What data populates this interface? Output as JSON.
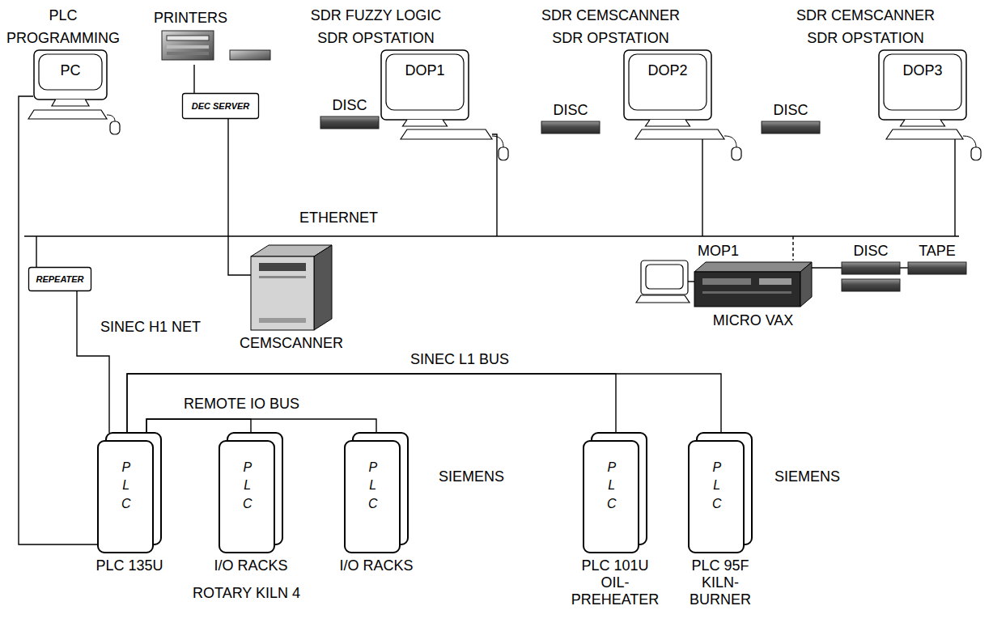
{
  "diagram": {
    "nodes": [
      {
        "text": [
          "PLC PROGRAMMING",
          "PC"
        ]
      },
      {
        "text": [
          "PRINTERS"
        ]
      },
      {
        "text": [
          "SDR FUZZY LOGIC SDR OPSTATION",
          "DOP1"
        ]
      },
      {
        "text": [
          "SDR CEMSCANNER SDR OPSTATION",
          "DOP2"
        ]
      },
      {
        "text": [
          "SDR CEMSCANNER SDR OPSTATION",
          "DOP3"
        ]
      },
      {
        "text": [
          "DEC SERVER"
        ]
      },
      {
        "text": [
          "DISC"
        ]
      },
      {
        "text": [
          "DISC"
        ]
      },
      {
        "text": [
          "DISC"
        ]
      },
      {
        "text": [
          "MOP1",
          "MICRO VAX"
        ]
      },
      {
        "text": [
          "DISC"
        ]
      },
      {
        "text": [
          "TAPE"
        ]
      },
      {
        "text": [
          "REPEATER"
        ]
      },
      {
        "text": [
          "CEMSCANNER"
        ]
      },
      {
        "text": [
          "PLC",
          "PLC 135U"
        ]
      },
      {
        "text": [
          "PLC",
          "I/O RACKS"
        ]
      },
      {
        "text": [
          "PLC",
          "I/O RACKS"
        ]
      },
      {
        "text": [
          "PLC",
          "PLC 101U OIL- PREHEATER"
        ]
      },
      {
        "text": [
          "PLC",
          "PLC 95F KILN- BURNER"
        ]
      }
    ],
    "edges": [
      {
        "from": 1,
        "to": 5,
        "arrow": "none"
      },
      {
        "from": 0,
        "to": 14,
        "arrow": "none"
      },
      {
        "from": 12,
        "to": 14,
        "arrow": "none"
      },
      {
        "from": 14,
        "to": 15,
        "arrow": "none"
      },
      {
        "from": 14,
        "to": 16,
        "arrow": "none"
      },
      {
        "from": 14,
        "to": 17,
        "arrow": "none"
      },
      {
        "from": 14,
        "to": 18,
        "arrow": "none"
      },
      {
        "from": 9,
        "to": 10,
        "arrow": "none"
      },
      {
        "from": 10,
        "to": 11,
        "arrow": "none"
      }
    ],
    "labels": [
      "ETHERNET",
      "SINEC H1 NET",
      "SINEC L1 BUS",
      "REMOTE IO BUS",
      "ROTARY KILN 4",
      "SIEMENS",
      "SIEMENS"
    ]
  }
}
